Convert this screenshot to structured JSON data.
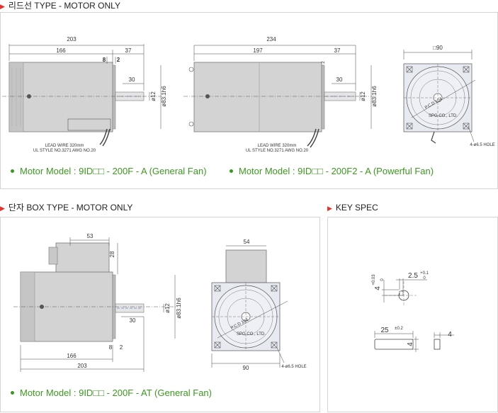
{
  "sections": {
    "lead": {
      "title": "리드선 TYPE - MOTOR ONLY"
    },
    "box": {
      "title": "단자 BOX TYPE - MOTOR ONLY"
    },
    "key": {
      "title": "KEY SPEC"
    }
  },
  "captions": {
    "general_fan": "Motor Model : 9ID□□ - 200F - A (General Fan)",
    "powerful_fan": "Motor Model : 9ID□□ - 200F2 - A (Powerful Fan)",
    "box_general_fan": "Motor Model : 9ID□□ - 200F - AT (General Fan)"
  },
  "drawing1": {
    "dim_total": "203",
    "dim_body": "166",
    "dim_shaft": "37",
    "dim_8": "8",
    "dim_2": "2",
    "dim_30": "30",
    "dim_dia12": "ø12",
    "dim_dia83": "ø83.1h6",
    "lead_note1": "LEAD WIRE 320mm",
    "lead_note2": "UL STYLE NO.3271 AWG NO.20"
  },
  "drawing2": {
    "dim_total": "234",
    "dim_body": "197",
    "dim_shaft": "37",
    "dim_2": "2",
    "dim_30": "30",
    "dim_dia12": "ø12",
    "dim_dia83": "ø83.1h6",
    "lead_note1": "LEAD WIRE 320mm",
    "lead_note2": "UL STYLE NO.3271 AWG NO.20"
  },
  "drawing3": {
    "dim_square": "□90",
    "hole_note": "4-ø6.5 HOLE",
    "pcd_note": "P.C.D 104",
    "maker": "SPG CO., LTD."
  },
  "drawing4": {
    "dim_53": "53",
    "dim_28": "28",
    "dim_30": "30",
    "dim_body": "166",
    "dim_total": "203",
    "dim_8": "8",
    "dim_2": "2",
    "dim_dia12": "ø12",
    "dim_dia83": "ø83.1h6"
  },
  "drawing5": {
    "dim_54": "54",
    "dim_90": "90",
    "hole_note": "4-ø6.5 HOLE",
    "pcd_note": "P.C.D 104",
    "maker": "SPG CO., LTD."
  },
  "key_spec": {
    "dim_4": "4",
    "tol_4_plus": "+0.03",
    "tol_4_minus": "0",
    "dim_25": "2.5",
    "tol_25_plus": "+0.1",
    "tol_25_minus": "0",
    "len_25": "25",
    "tol_len": "±0.2",
    "key_height": "4",
    "key_width": "4"
  },
  "colors": {
    "accent_red": "#e3322b",
    "caption_green": "#3a9a1e",
    "dim_blue": "#2a4fa3",
    "motor_grey": "#cfcfcf"
  }
}
